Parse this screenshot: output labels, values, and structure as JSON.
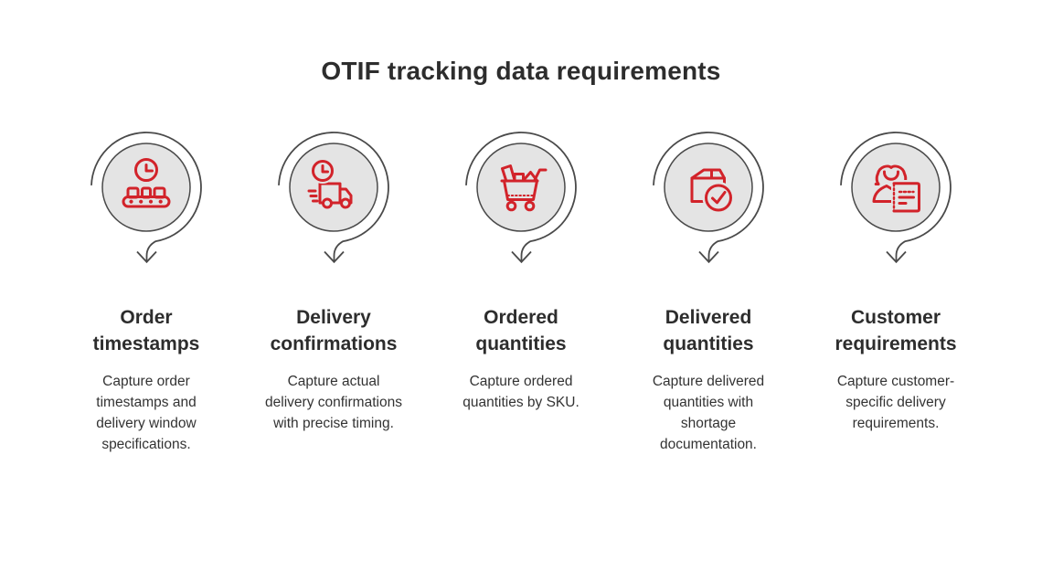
{
  "title": "OTIF tracking data requirements",
  "colors": {
    "accent_red": "#d2232a",
    "badge_fill": "#e4e4e4",
    "outline_gray": "#4a4a4a",
    "title_text": "#2d2d2d",
    "body_text": "#333333",
    "background": "#ffffff"
  },
  "items": [
    {
      "id": "order-timestamps",
      "icon": "conveyor-belt-clock-icon",
      "heading": "Order timestamps",
      "description": "Capture order timestamps and delivery window specifications."
    },
    {
      "id": "delivery-confirmations",
      "icon": "delivery-truck-clock-icon",
      "heading": "Delivery confirmations",
      "description": "Capture actual delivery confirmations with precise timing."
    },
    {
      "id": "ordered-quantities",
      "icon": "shopping-cart-icon",
      "heading": "Ordered quantities",
      "description": "Capture ordered quantities by SKU."
    },
    {
      "id": "delivered-quantities",
      "icon": "package-check-icon",
      "heading": "Delivered quantities",
      "description": "Capture delivered quantities with shortage documentation."
    },
    {
      "id": "customer-requirements",
      "icon": "customer-person-document-icon",
      "heading": "Customer requirements",
      "description": "Capture customer-specific delivery requirements."
    }
  ]
}
